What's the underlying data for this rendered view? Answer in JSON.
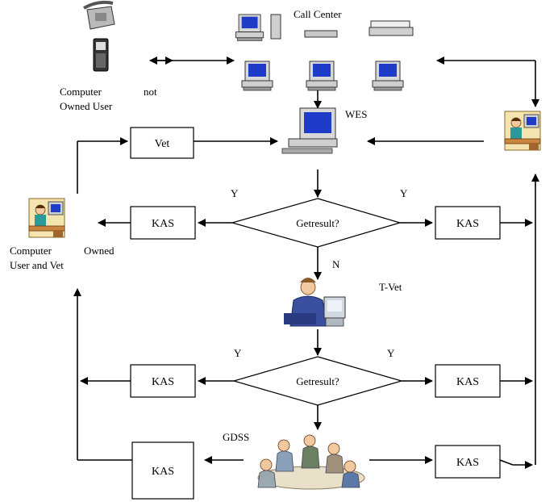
{
  "labels": {
    "call_center": "Call Center",
    "wes": "WES",
    "computer_not_owned_line1": "Computer",
    "computer_not_owned_not": "not",
    "computer_not_owned_line2": "Owned User",
    "computer_owned_line1": "Computer",
    "computer_owned_owned": "Owned",
    "computer_owned_line2": "User and Vet",
    "t_vet": "T-Vet",
    "gdss": "GDSS",
    "yes_top_left": "Y",
    "yes_top_right": "Y",
    "no_label": "N",
    "yes_mid_left": "Y",
    "yes_mid_right": "Y"
  },
  "boxes": {
    "vet": "Vet",
    "kas_left_1": "KAS",
    "kas_right_1": "KAS",
    "kas_left_2": "KAS",
    "kas_right_2": "KAS",
    "kas_left_3": "KAS",
    "kas_right_3": "KAS"
  },
  "decisions": {
    "first": "Getresult?",
    "second": "Getresult?"
  },
  "icons": {
    "phone": "telephone-icon",
    "cellphone": "mobile-phone-icon",
    "computers": "desktop-computer-icon",
    "printer": "printer-icon",
    "scanner": "scanner-icon",
    "office_worker": "office-worker-icon",
    "businessman": "businessman-icon",
    "meeting": "group-meeting-icon"
  },
  "colors": {
    "screen": "#1e3cc8",
    "skin": "#f1c9a0",
    "suit": "#3b4fa0",
    "wood": "#c9843e"
  }
}
